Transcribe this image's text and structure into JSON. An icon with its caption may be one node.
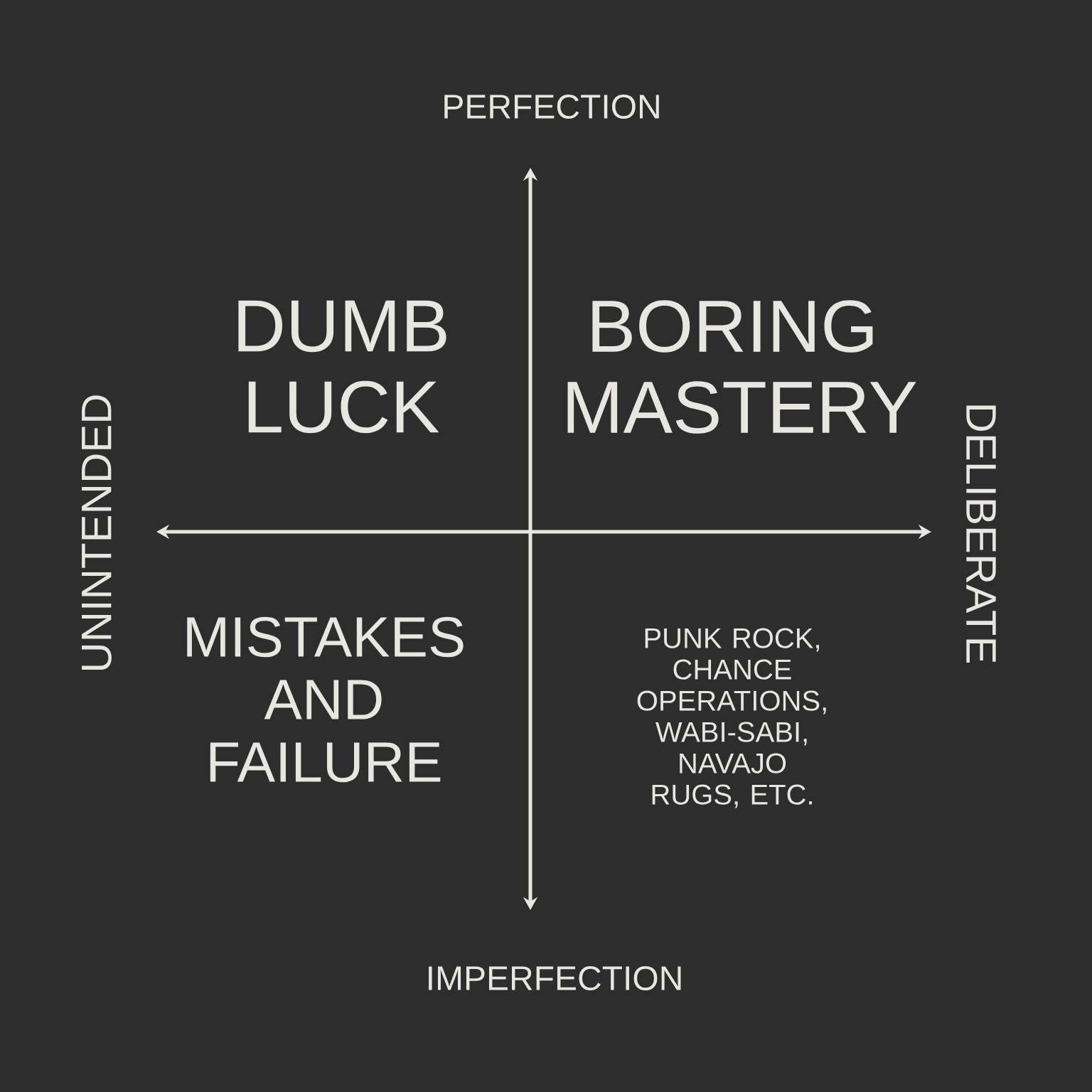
{
  "diagram": {
    "labels": [
      "PERFECTION",
      "DUMB LUCK",
      "BORING MASTERY",
      "UNINTENDED",
      "DELIBERATE",
      "MISTAKES AND FAILURE",
      "PUNK ROCK, CHANCE OPERATIONS, WABI-SABI, NAVAJO RUGS, ETC.",
      "IMPERFECTION"
    ]
  }
}
